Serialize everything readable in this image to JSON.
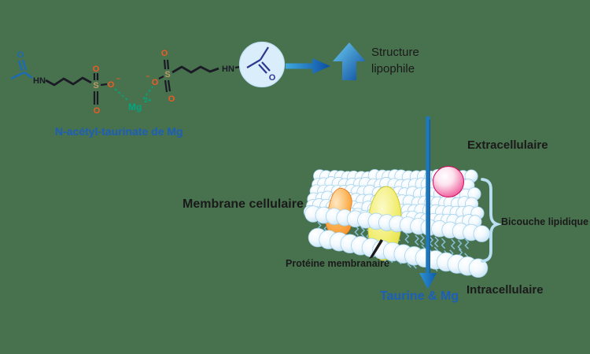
{
  "background_color": "#48714E",
  "molecule": {
    "name": "N-acétyl-taurinate de Mg",
    "atom_labels": {
      "oxygen": "O",
      "sulfur": "S",
      "amine": "HN",
      "magnesium": "Mg",
      "magnesium_charge": "2+",
      "minus": "−"
    },
    "colors": {
      "oxygen": "#F15A24",
      "sulfur": "#BC9A68",
      "magnesium": "#00A77E",
      "bond": "#1B1B26",
      "acetyl_blue": "#1C6BB5",
      "acetyl_circle_blue": "#2B3990",
      "circle_fill": "#DAEDFA"
    }
  },
  "lipophile": {
    "label": "Structure lipophile"
  },
  "membrane": {
    "labels": {
      "extracellular": "Extracellulaire",
      "cell_membrane": "Membrane cellulaire",
      "lipid_bilayer": "Bicouche lipidique",
      "membrane_protein": "Protéine membranaire",
      "intracellular": "Intracellulaire"
    },
    "colors": {
      "sphere_edge": "#9ECFEB",
      "tail": "#8CC8E8",
      "protein_orange": "#F58220",
      "protein_yellow": "#DCD62B",
      "vesicle_pink": "#EA1D6E",
      "bracket": "#B9DFF3"
    }
  },
  "transport": {
    "label": "Taurine & Mg"
  },
  "arrows": {
    "blue_dark": "#0C4DA2",
    "blue_mid": "#1E78BE",
    "blue_light": "#3FA8DE"
  },
  "text_colors": {
    "blue": "#1B5FBA",
    "black": "#1A1A1A"
  }
}
